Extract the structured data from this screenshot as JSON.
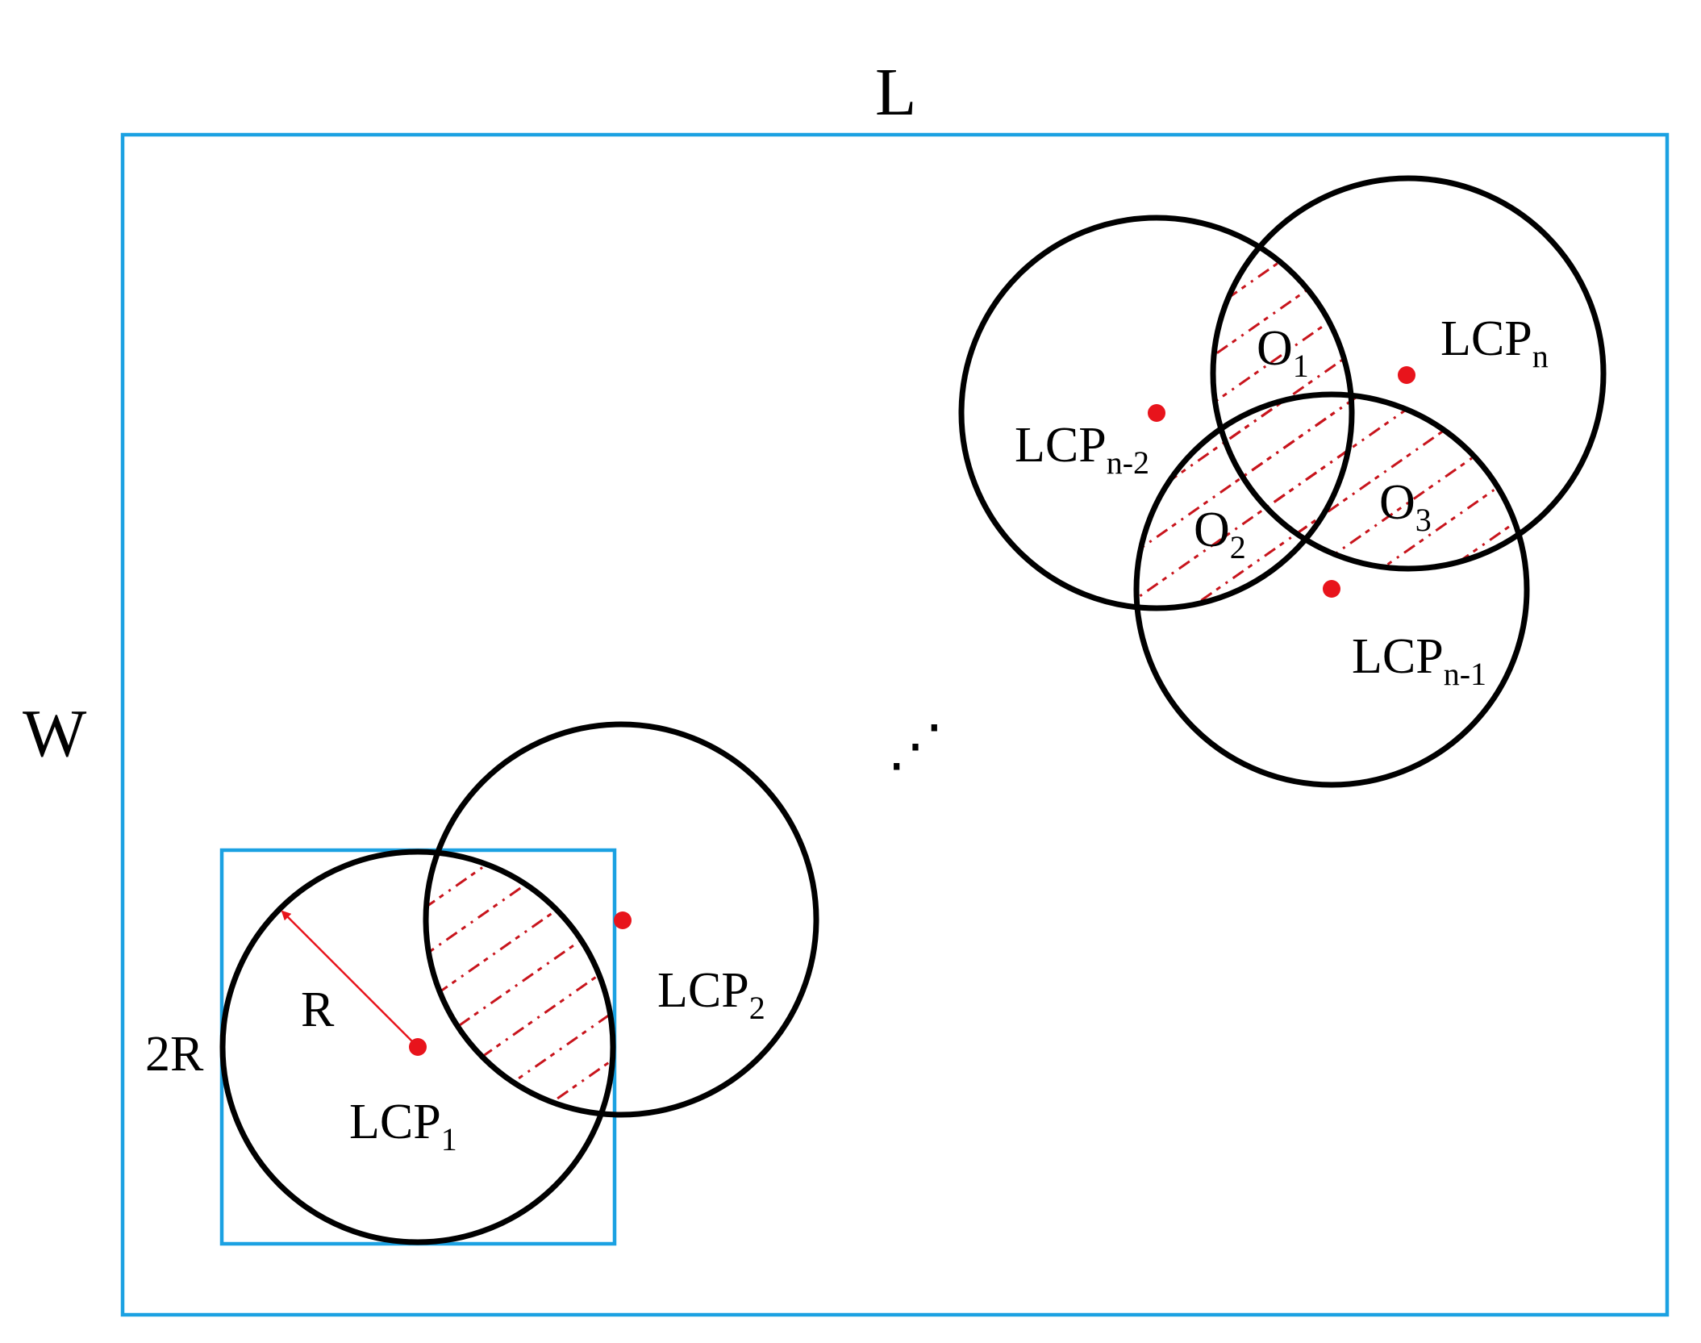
{
  "labels": {
    "L": "L",
    "W": "W",
    "two_r": "2R",
    "r": "R",
    "lcp": "LCP",
    "o": "O",
    "ellipsis": "⋰"
  },
  "subscripts": {
    "lcp1": "1",
    "lcp2": "2",
    "lcp_n2": "n-2",
    "lcp_n1": "n-1",
    "lcp_n": "n",
    "o1": "1",
    "o2": "2",
    "o3": "3"
  },
  "colors": {
    "frame": "#1ba1e2",
    "point": "#e8141c",
    "hatch": "#c8141c",
    "circle": "#000000"
  }
}
